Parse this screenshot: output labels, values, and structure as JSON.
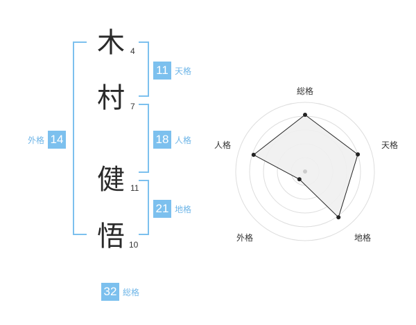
{
  "name": {
    "chars": [
      {
        "char": "木",
        "strokes": "4"
      },
      {
        "char": "村",
        "strokes": "7"
      },
      {
        "char": "健",
        "strokes": "11"
      },
      {
        "char": "悟",
        "strokes": "10"
      }
    ]
  },
  "scores": {
    "tenkaku": {
      "value": "11",
      "label": "天格"
    },
    "jinkaku": {
      "value": "18",
      "label": "人格"
    },
    "chikaku": {
      "value": "21",
      "label": "地格"
    },
    "gaikaku": {
      "value": "14",
      "label": "外格"
    },
    "soukaku": {
      "value": "32",
      "label": "総格"
    }
  },
  "colors": {
    "accent": "#7cc0ee",
    "accent_text": "#6fb6e8",
    "radar_fill": "#efefef",
    "radar_line": "#222222"
  },
  "chart_data": {
    "type": "radar",
    "axes": [
      "総格",
      "天格",
      "地格",
      "外格",
      "人格"
    ],
    "values": [
      0.82,
      0.8,
      0.82,
      0.14,
      0.78
    ],
    "rmax": 1.0,
    "rings": 5
  }
}
